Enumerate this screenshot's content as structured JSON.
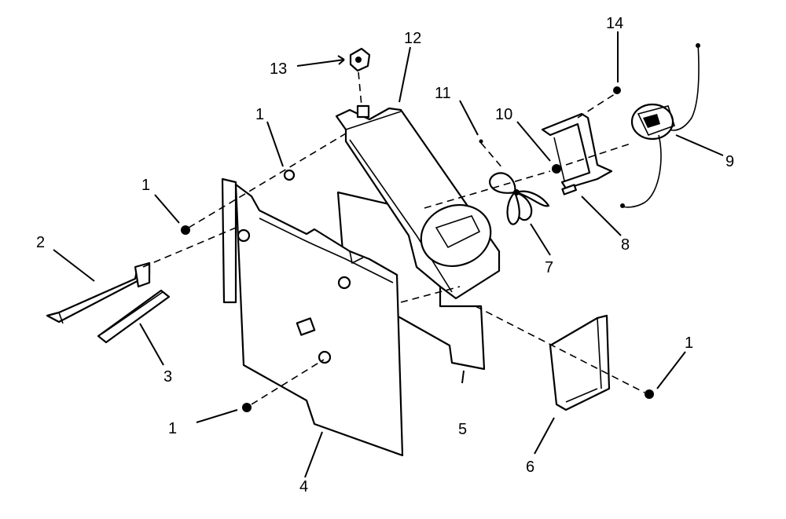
{
  "callouts": {
    "c1a": "1",
    "c1b": "1",
    "c1c": "1",
    "c1d": "1",
    "c2": "2",
    "c3": "3",
    "c4": "4",
    "c5": "5",
    "c6": "6",
    "c7": "7",
    "c8": "8",
    "c9": "9",
    "c10": "10",
    "c11": "11",
    "c12": "12",
    "c13": "13",
    "c14": "14"
  }
}
